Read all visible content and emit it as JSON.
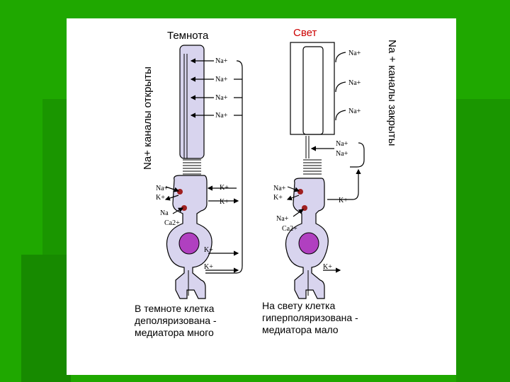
{
  "panels": {
    "dark": {
      "title": "Темнота",
      "side_label": "Na+ каналы открыты",
      "caption": "В темноте клетка\nдеполяризована -\nмедиатора много",
      "na_labels": [
        "Na+",
        "Na+",
        "Na+",
        "Na+"
      ],
      "inner_na": "Na+",
      "inner_k": "K+",
      "k_labels": [
        "K+",
        "K+"
      ],
      "ion_na": "Na",
      "ion_ca": "Ca2+",
      "k_lower": [
        "K+",
        "K+"
      ]
    },
    "light": {
      "title": "Свет",
      "side_label": "Na + каналы закрыты",
      "caption": "На свету клетка\nгиперполяризована -\nмедиатора мало",
      "na_labels": [
        "Na+",
        "Na+",
        "Na+"
      ],
      "na_pair": [
        "Na+",
        "Na+"
      ],
      "inner_na": "Na+",
      "inner_k": "K+",
      "k_label": "K+",
      "ion_na": "Na+",
      "ion_ca": "Ca2+",
      "k_lower": "K+"
    }
  },
  "colors": {
    "background": "#1fa800",
    "cell_fill": "#d8d4ee",
    "nucleus": "#b040c0",
    "channel": "#a02020"
  }
}
